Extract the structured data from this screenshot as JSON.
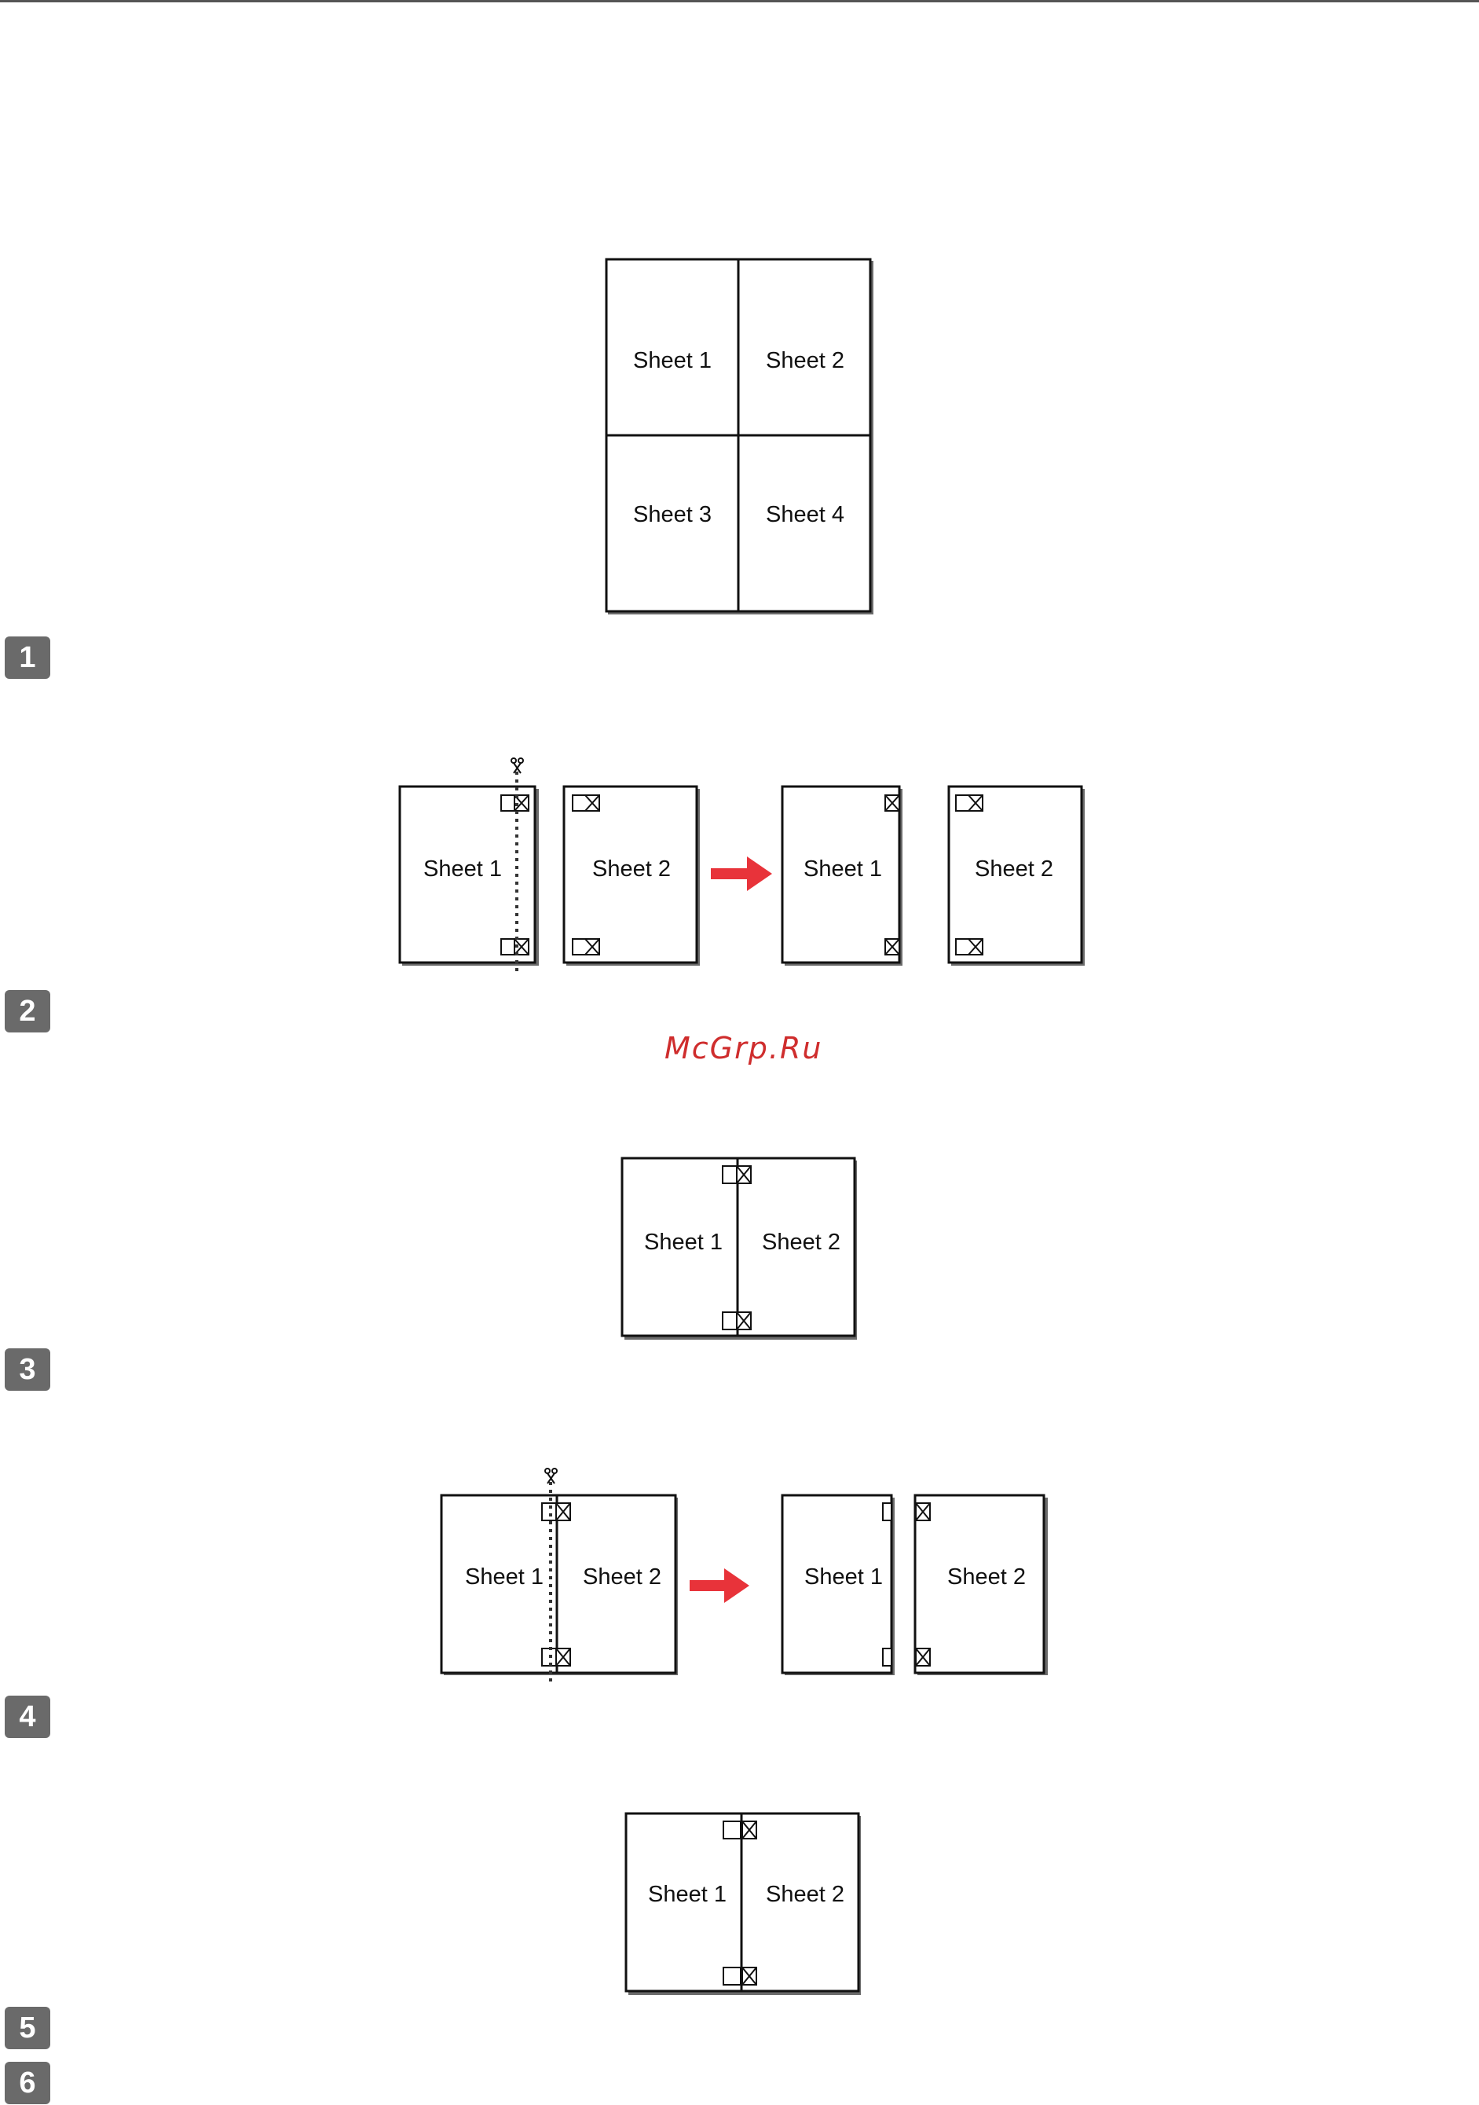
{
  "steps": [
    "1",
    "2",
    "3",
    "4",
    "5",
    "6"
  ],
  "watermark": "McGrp.Ru",
  "figures": {
    "layout": {
      "sheet1": "Sheet 1",
      "sheet2": "Sheet 2",
      "sheet3": "Sheet 3",
      "sheet4": "Sheet 4"
    },
    "step1": {
      "before_left": "Sheet 1",
      "before_right": "Sheet 2",
      "after_left": "Sheet 1",
      "after_right": "Sheet 2"
    },
    "joined1": {
      "left": "Sheet 1",
      "right": "Sheet 2"
    },
    "step3": {
      "before_left": "Sheet 1",
      "before_right": "Sheet 2",
      "after_left": "Sheet 1",
      "after_right": "Sheet 2"
    },
    "joined2": {
      "left": "Sheet 1",
      "right": "Sheet 2"
    }
  },
  "icons": {
    "scissors": "scissors-icon",
    "arrow": "right-arrow-icon",
    "mark": "alignment-mark-icon"
  },
  "colors": {
    "arrow": "#e8333a",
    "watermark": "#cf2d2d",
    "badge": "#6a6a6a"
  }
}
